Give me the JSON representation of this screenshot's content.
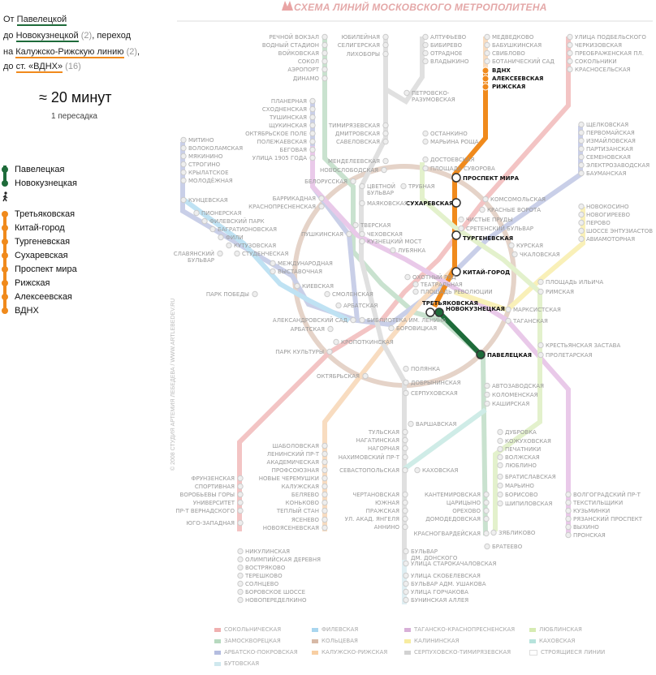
{
  "route": {
    "line1_from": "От",
    "line1_station": "Павелецкой",
    "line2_to": "до",
    "line2_station": "Новокузнецкой",
    "line2_count": "(2)",
    "line2_tail": ", переход",
    "line3_on": "на",
    "line3_line": "Калужско-Рижскую линию",
    "line3_count": "(2)",
    "line3_tail": ",",
    "line4_to": "до",
    "line4_station": "ст. «ВДНХ»",
    "line4_count": "(16)",
    "time": "≈ 20 минут",
    "transfers": "1 пересадка",
    "colors": {
      "green": "#1e6b3a",
      "orange": "#f08a1c"
    }
  },
  "stations_green": [
    "Павелецкая",
    "Новокузнецкая"
  ],
  "stations_orange": [
    "Третьяковская",
    "Китай-город",
    "Тургеневская",
    "Сухаревская",
    "Проспект мира",
    "Рижская",
    "Алексеевская",
    "ВДНХ"
  ],
  "walk_icon": "walking-person-icon",
  "map": {
    "title": "СХЕМА ЛИНИЙ МОСКОВСКОГО МЕТРОПОЛИТЕНА",
    "logo_icon": "metro-m-logo-icon",
    "credit": "© 2008 СТУДИЯ АРТЕМИЯ ЛЕБЕДЕВА  /  WWW.ARTLEBEDEV.RU",
    "labels": {
      "rechnoy": "РЕЧНОЙ ВОКЗАЛ",
      "vodny": "ВОДНЫЙ СТАДИОН",
      "voykovskaya": "ВОЙКОВСКАЯ",
      "sokol": "СОКОЛ",
      "aeroport": "АЭРОПОРТ",
      "dinamo": "ДИНАМО",
      "yubileynaya": "ЮБИЛЕЙНАЯ",
      "seligerskaya": "СЕЛИГЕРСКАЯ",
      "likhobory": "ЛИХОБОРЫ",
      "altufyevo": "АЛТУФЬЕВО",
      "bibirevo": "БИБИРЕВО",
      "otradnoe": "ОТРАДНОЕ",
      "vladykino": "ВЛАДЫКИНО",
      "petrovsko": "ПЕТРОВСКО-\nРАЗУМОВСКАЯ",
      "medvedkovo": "МЕДВЕДКОВО",
      "babushkinskaya": "БАБУШКИНСКАЯ",
      "sviblovo": "СВИБЛОВО",
      "botanichesky": "БОТАНИЧЕСКИЙ САД",
      "vdnh": "ВДНХ",
      "alekseevskaya": "АЛЕКСЕЕВСКАЯ",
      "rizhskaya": "РИЖСКАЯ",
      "podbelskogo": "УЛИЦА ПОДБЕЛЬСКОГО",
      "cherkizovskaya": "ЧЕРКИЗОВСКАЯ",
      "preobrazhenskaya": "ПРЕОБРАЖЕНСКАЯ ПЛ.",
      "sokolniki": "СОКОЛЬНИКИ",
      "krasnoselskaya": "КРАСНОСЕЛЬСКАЯ",
      "planernaya": "ПЛАНЕРНАЯ",
      "skhodnenskaya": "СХОДНЕНСКАЯ",
      "tushinskaya": "ТУШИНСКАЯ",
      "shchukinskaya": "ЩУКИНСКАЯ",
      "oktyabrskoe": "ОКТЯБРЬСКОЕ ПОЛЕ",
      "polezhaevskaya": "ПОЛЕЖАЕВСКАЯ",
      "begovaya": "БЕГОВАЯ",
      "ulitsa1905": "УЛИЦА 1905 ГОДА",
      "timiryazevskaya": "ТИМИРЯЗЕВСКАЯ",
      "dmitrovskaya": "ДМИТРОВСКАЯ",
      "savelovskaya": "САВЕЛОВСКАЯ",
      "mendeleevskaya": "МЕНДЕЛЕЕВСКАЯ",
      "novoslobodskaya": "НОВОСЛОБОДСКАЯ",
      "ostankino": "ОСТАНКИНО",
      "maryina": "МАРЬИНА РОЩА",
      "dostoevskaya": "ДОСТОЕВСКАЯ",
      "suvorovskaya": "ПЛОЩАДЬ СУВОРОВА",
      "prospekt_mira": "ПРОСПЕКТ МИРА",
      "sukharevskaya": "СУХАРЕВСКАЯ",
      "turgenevskaya": "ТУРГЕНЕВСКАЯ",
      "kitay_gorod": "КИТАЙ-ГОРОД",
      "tretyakovskaya": "ТРЕТЬЯКОВСКАЯ",
      "novokuznetskaya": "НОВОКУЗНЕЦКАЯ",
      "paveletskaya": "ПАВЕЛЕЦКАЯ",
      "mitino": "МИТИНО",
      "volokolamskaya": "ВОЛОКОЛАМСКАЯ",
      "myakinino": "МЯКИНИНО",
      "strogino": "СТРОГИНО",
      "krylatskoe": "КРЫЛАТСКОЕ",
      "molodezhnaya": "МОЛОДЁЖНАЯ",
      "kuntsevskaya": "КУНЦЕВСКАЯ",
      "pionerskaya": "ПИОНЕРСКАЯ",
      "filevsky": "ФИЛЕВСКИЙ ПАРК",
      "bagrationovskaya": "БАГРАТИОНОВСКАЯ",
      "fili": "ФИЛИ",
      "kutuzovskaya": "КУТУЗОВСКАЯ",
      "studencheskaya": "СТУДЕНЧЕСКАЯ",
      "slavyansky": "СЛАВЯНСКИЙ\nБУЛЬВАР",
      "mezhdunarodnaya": "МЕЖДУНАРОДНАЯ",
      "vystavochnaya": "ВЫСТАВОЧНАЯ",
      "park_pobedy": "ПАРК ПОБЕДЫ",
      "belorusskaya": "БЕЛОРУССКАЯ",
      "barrikadnaya": "БАРРИКАДНАЯ",
      "krasnopresnenskaya": "КРАСНОПРЕСНЕНСКАЯ",
      "tsvetnoy": "ЦВЕТНОЙ\nБУЛЬВАР",
      "trubnaya": "ТРУБНАЯ",
      "mayakovskaya": "МАЯКОВСКАЯ",
      "tverskaya": "ТВЕРСКАЯ",
      "chekhovskaya": "ЧЕХОВСКАЯ",
      "pushkinskaya": "ПУШКИНСКАЯ",
      "kuznetsky": "КУЗНЕЦКИЙ МОСТ",
      "lubyanka": "ЛУБЯНКА",
      "komsomolskaya": "КОМСОМОЛЬСКАЯ",
      "krasnye_vorota": "КРАСНЫЕ ВОРОТА",
      "chistye": "ЧИСТЫЕ ПРУДЫ",
      "sretensky": "СРЕТЕНСКИЙ БУЛЬВАР",
      "okhotny": "ОХОТНЫЙ РЯД",
      "teatralnaya": "ТЕАТРАЛЬНАЯ",
      "revolutsii": "ПЛОЩАДЬ РЕВОЛЮЦИИ",
      "kievskaya": "КИЕВСКАЯ",
      "smolenskaya": "СМОЛЕНСКАЯ",
      "arbatskaya": "АРБАТСКАЯ",
      "aleksandrovsky": "АЛЕКСАНДРОВСКИЙ САД",
      "biblioteka": "БИБЛИОТЕКА ИМ. ЛЕНИНА",
      "borovitskaya": "БОРОВИЦКАЯ",
      "kropotkinskaya": "КРОПОТКИНСКАЯ",
      "park_kultury": "ПАРК КУЛЬТУРЫ",
      "oktyabrskaya": "ОКТЯБРЬСКАЯ",
      "polyanka": "ПОЛЯНКА",
      "dobryninskaya": "ДОБРЫНИНСКАЯ",
      "serpukhovskaya": "СЕРПУХОВСКАЯ",
      "shchelkovskaya": "ЩЕЛКОВСКАЯ",
      "pervomayskaya": "ПЕРВОМАЙСКАЯ",
      "izmaylovskaya": "ИЗМАЙЛОВСКАЯ",
      "partizanskaya": "ПАРТИЗАНСКАЯ",
      "semenovskaya": "СЕМЕНОВСКАЯ",
      "elektrozavodskaya": "ЭЛЕКТРОЗАВОДСКАЯ",
      "baumanskaya": "БАУМАНСКАЯ",
      "kurskaya": "КУРСКАЯ",
      "chkalovskaya": "ЧКАЛОВСКАЯ",
      "novokosino": "НОВОКОСИНО",
      "novogireevo": "НОВОГИРЕЕВО",
      "perovo": "ПЕРОВО",
      "shosse": "ШОССЕ ЭНТУЗИАСТОВ",
      "aviamotornaya": "АВИАМОТОРНАЯ",
      "ilyicha": "ПЛОЩАДЬ ИЛЬИЧА",
      "rimskaya": "РИМСКАЯ",
      "marksistskaya": "МАРКСИСТСКАЯ",
      "taganskaya": "ТАГАНСКАЯ",
      "krestyanskaya": "КРЕСТЬЯНСКАЯ ЗАСТАВА",
      "proletarskaya": "ПРОЛЕТАРСКАЯ",
      "avtozavodskaya": "АВТОЗАВОДСКАЯ",
      "kolomenskaya": "КОЛОМЕНСКАЯ",
      "kashirskaya": "КАШИРСКАЯ",
      "varshavskaya": "ВАРШАВСКАЯ",
      "kakhovskaya": "КАХОВСКАЯ",
      "sevastopolskaya": "СЕВАСТОПОЛЬСКАЯ",
      "tulskaya": "ТУЛЬСКАЯ",
      "nagatinskaya": "НАГАТИНСКАЯ",
      "nagornaya": "НАГОРНАЯ",
      "nakhimovsky": "НАХИМОВСКИЙ ПР-Т",
      "shabolovskaya": "ШАБОЛОВСКАЯ",
      "leninsky": "ЛЕНИНСКИЙ ПР-Т",
      "akademicheskaya": "АКАДЕМИЧЕСКАЯ",
      "profsoyuznaya": "ПРОФСОЮЗНАЯ",
      "novye": "НОВЫЕ ЧЕРЕМУШКИ",
      "kaluzhskaya": "КАЛУЖСКАЯ",
      "belyaevo": "БЕЛЯЕВО",
      "konkovo": "КОНЬКОВО",
      "teply": "ТЕПЛЫЙ СТАН",
      "yasenevo": "ЯСЕНЕВО",
      "novoyasenevskaya": "НОВОЯСЕНЕВСКАЯ",
      "frunzenskaya": "ФРУНЗЕНСКАЯ",
      "sportivnaya": "СПОРТИВНАЯ",
      "vorobyovy": "ВОРОБЬЕВЫ ГОРЫ",
      "universitet": "УНИВЕРСИТЕТ",
      "vernadskogo": "ПР-Т ВЕРНАДСКОГО",
      "yugo_zapadnaya": "ЮГО-ЗАПАДНАЯ",
      "chertanovskaya": "ЧЕРТАНОВСКАЯ",
      "yuzhnaya": "ЮЖНАЯ",
      "prazhskaya": "ПРАЖСКАЯ",
      "yangelya": "УЛ. АКАД. ЯНГЕЛЯ",
      "annino": "АННИНО",
      "kantemirovskaya": "КАНТЕМИРОВСКАЯ",
      "tsaritsyno": "ЦАРИЦЫНО",
      "orekhovo": "ОРЕХОВО",
      "domodedovskaya": "ДОМОДЕДОВСКАЯ",
      "krasnogvardeyskaya": "КРАСНОГВАРДЕЙСКАЯ",
      "bratеevo": "БРАТЕЕВО",
      "zyablikovo": "ЗЯБЛИКОВО",
      "dubrovka": "ДУБРОВКА",
      "kozhukhovskaya": "КОЖУХОВСКАЯ",
      "pechatniki": "ПЕЧАТНИКИ",
      "volzhskaya": "ВОЛЖСКАЯ",
      "lyublino": "ЛЮБЛИНО",
      "bratislavskaya": "БРАТИСЛАВСКАЯ",
      "maryino": "МАРЬИНО",
      "borisovo": "БОРИСОВО",
      "shipilovskaya": "ШИПИЛОВСКАЯ",
      "volgogradsky": "ВОЛГОГРАДСКИЙ ПР-Т",
      "tekstilshchiki": "ТЕКСТИЛЬЩИКИ",
      "kuzminki": "КУЗЬМИНКИ",
      "ryazansky": "РЯЗАНСКИЙ ПРОСПЕКТ",
      "vykhino": "ВЫХИНО",
      "pronskaya": "ПРОНСКАЯ",
      "nikulinskaya": "НИКУЛИНСКАЯ",
      "olimpiyskaya": "ОЛИМПИЙСКАЯ ДЕРЕВНЯ",
      "vostryakovo": "ВОСТРЯКОВО",
      "tereshkovo": "ТЕРЕШКОВО",
      "solntsevo": "СОЛНЦЕВО",
      "borovskoe": "БОРОВСКОЕ ШОССЕ",
      "novoperedelkino": "НОВОПЕРЕДЕЛКИНО",
      "dmitriya_donskogo": "БУЛЬВАР\nДМ. ДОНСКОГО",
      "starokachalovskaya": "УЛИЦА СТАРОКАЧАЛОВСКАЯ",
      "skobelevskaya": "УЛИЦА СКОБЕЛЕВСКАЯ",
      "ushakova": "БУЛЬВАР АДМ. УШАКОВА",
      "gorchakova": "УЛИЦА ГОРЧАКОВА",
      "buninskaya": "БУНИНСКАЯ АЛЛЕЯ"
    }
  },
  "legend": [
    {
      "label": "СОКОЛЬНИЧЕСКАЯ",
      "color": "#f0b0b0"
    },
    {
      "label": "ФИЛЕВСКАЯ",
      "color": "#a9d6ef"
    },
    {
      "label": "ТАГАНСКО-КРАСНОПРЕСНЕНСКАЯ",
      "color": "#d8b0d8"
    },
    {
      "label": "ЛЮБЛИНСКАЯ",
      "color": "#d6ebb2"
    },
    {
      "label": "ЗАМОСКВОРЕЦКАЯ",
      "color": "#b7d9bf"
    },
    {
      "label": "КОЛЬЦЕВАЯ",
      "color": "#d7b9a6"
    },
    {
      "label": "КАЛИНИНСКАЯ",
      "color": "#f7eca0"
    },
    {
      "label": "КАХОВСКАЯ",
      "color": "#b6e3dc"
    },
    {
      "label": "АРБАТСКО-ПОКРОВСКАЯ",
      "color": "#b4bde0"
    },
    {
      "label": "КАЛУЖСКО-РИЖСКАЯ",
      "color": "#f8cfa3"
    },
    {
      "label": "СЕРПУХОВСКО-ТИМИРЯЗЕВСКАЯ",
      "color": "#d2d2d2"
    },
    {
      "label": "СТРОЯЩИЕСЯ ЛИНИИ",
      "color": "#ffffff"
    },
    {
      "label": "БУТОВСКАЯ",
      "color": "#cfe8ee"
    }
  ]
}
